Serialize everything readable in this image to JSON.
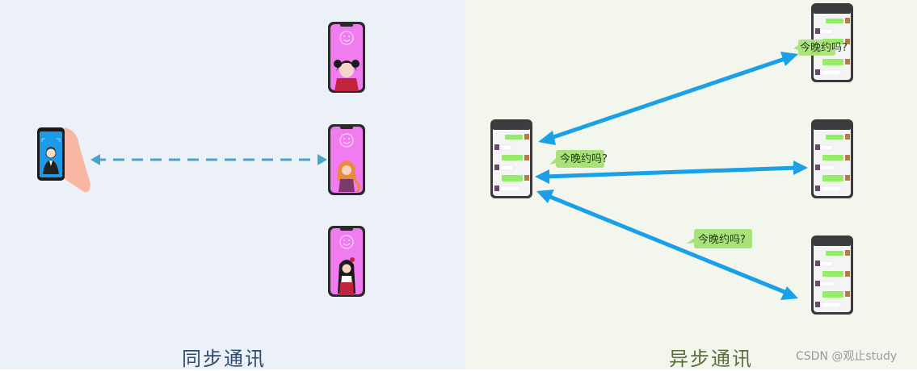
{
  "sync_section": {
    "caption": "同步通讯"
  },
  "async_section": {
    "caption": "异步通讯",
    "message_bubbles": [
      "今晚约吗?",
      "今晚约吗?",
      "今晚约吗?"
    ]
  },
  "watermark": "CSDN @观止study",
  "colors": {
    "sync_bg": "#ecf1f8",
    "async_bg": "#f2f6ec",
    "sync_arrow": "#4aa3c9",
    "async_arrow": "#1aa0e6",
    "bubble": "#a9e27a",
    "phone_screen_pink": "#f07cf0",
    "phone_screen_blue": "#1e9be8"
  },
  "icons": [
    "hand-phone-icon",
    "person-avatar-icon",
    "smiley-face-icon",
    "anime-character-icon",
    "chat-phone-icon"
  ]
}
